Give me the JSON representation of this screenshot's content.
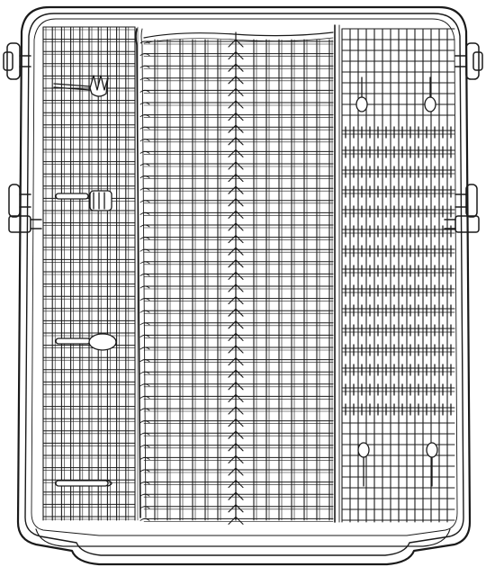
{
  "figure": {
    "colors": {
      "background": "#ffffff",
      "stroke": "#1a1a1a",
      "fill": "#ffffff"
    },
    "regions": [
      {
        "key": "left_section",
        "name": "left-cutlery-section"
      },
      {
        "key": "middle_section",
        "name": "middle-wave-section"
      },
      {
        "key": "right_section",
        "name": "right-tine-section"
      }
    ],
    "utensils": [
      "fork-icon",
      "knife-icon",
      "spoon-icon",
      "long-handle-utensil-icon"
    ]
  }
}
